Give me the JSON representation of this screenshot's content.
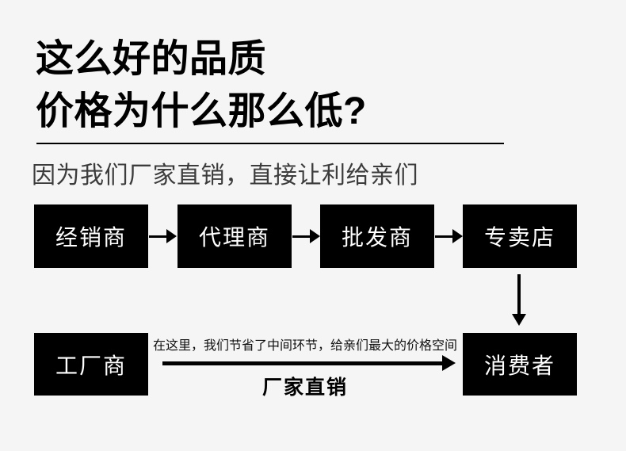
{
  "header": {
    "title_line1": "这么好的品质",
    "title_line2": "价格为什么那么低?",
    "subtitle": "因为我们厂家直销，直接让利给亲们"
  },
  "chain": {
    "steps": [
      "经销商",
      "代理商",
      "批发商",
      "专卖店"
    ]
  },
  "direct": {
    "factory": "工厂商",
    "consumer": "消费者",
    "note": "在这里，我们节省了中间环节，给亲们最大的价格空间",
    "label": "厂家直销"
  },
  "colors": {
    "background": "#f5f5f5",
    "box_background": "#000000",
    "box_text": "#ffffff",
    "title_text": "#000000",
    "subtitle_text": "#3c3c3c",
    "arrow": "#000000"
  }
}
